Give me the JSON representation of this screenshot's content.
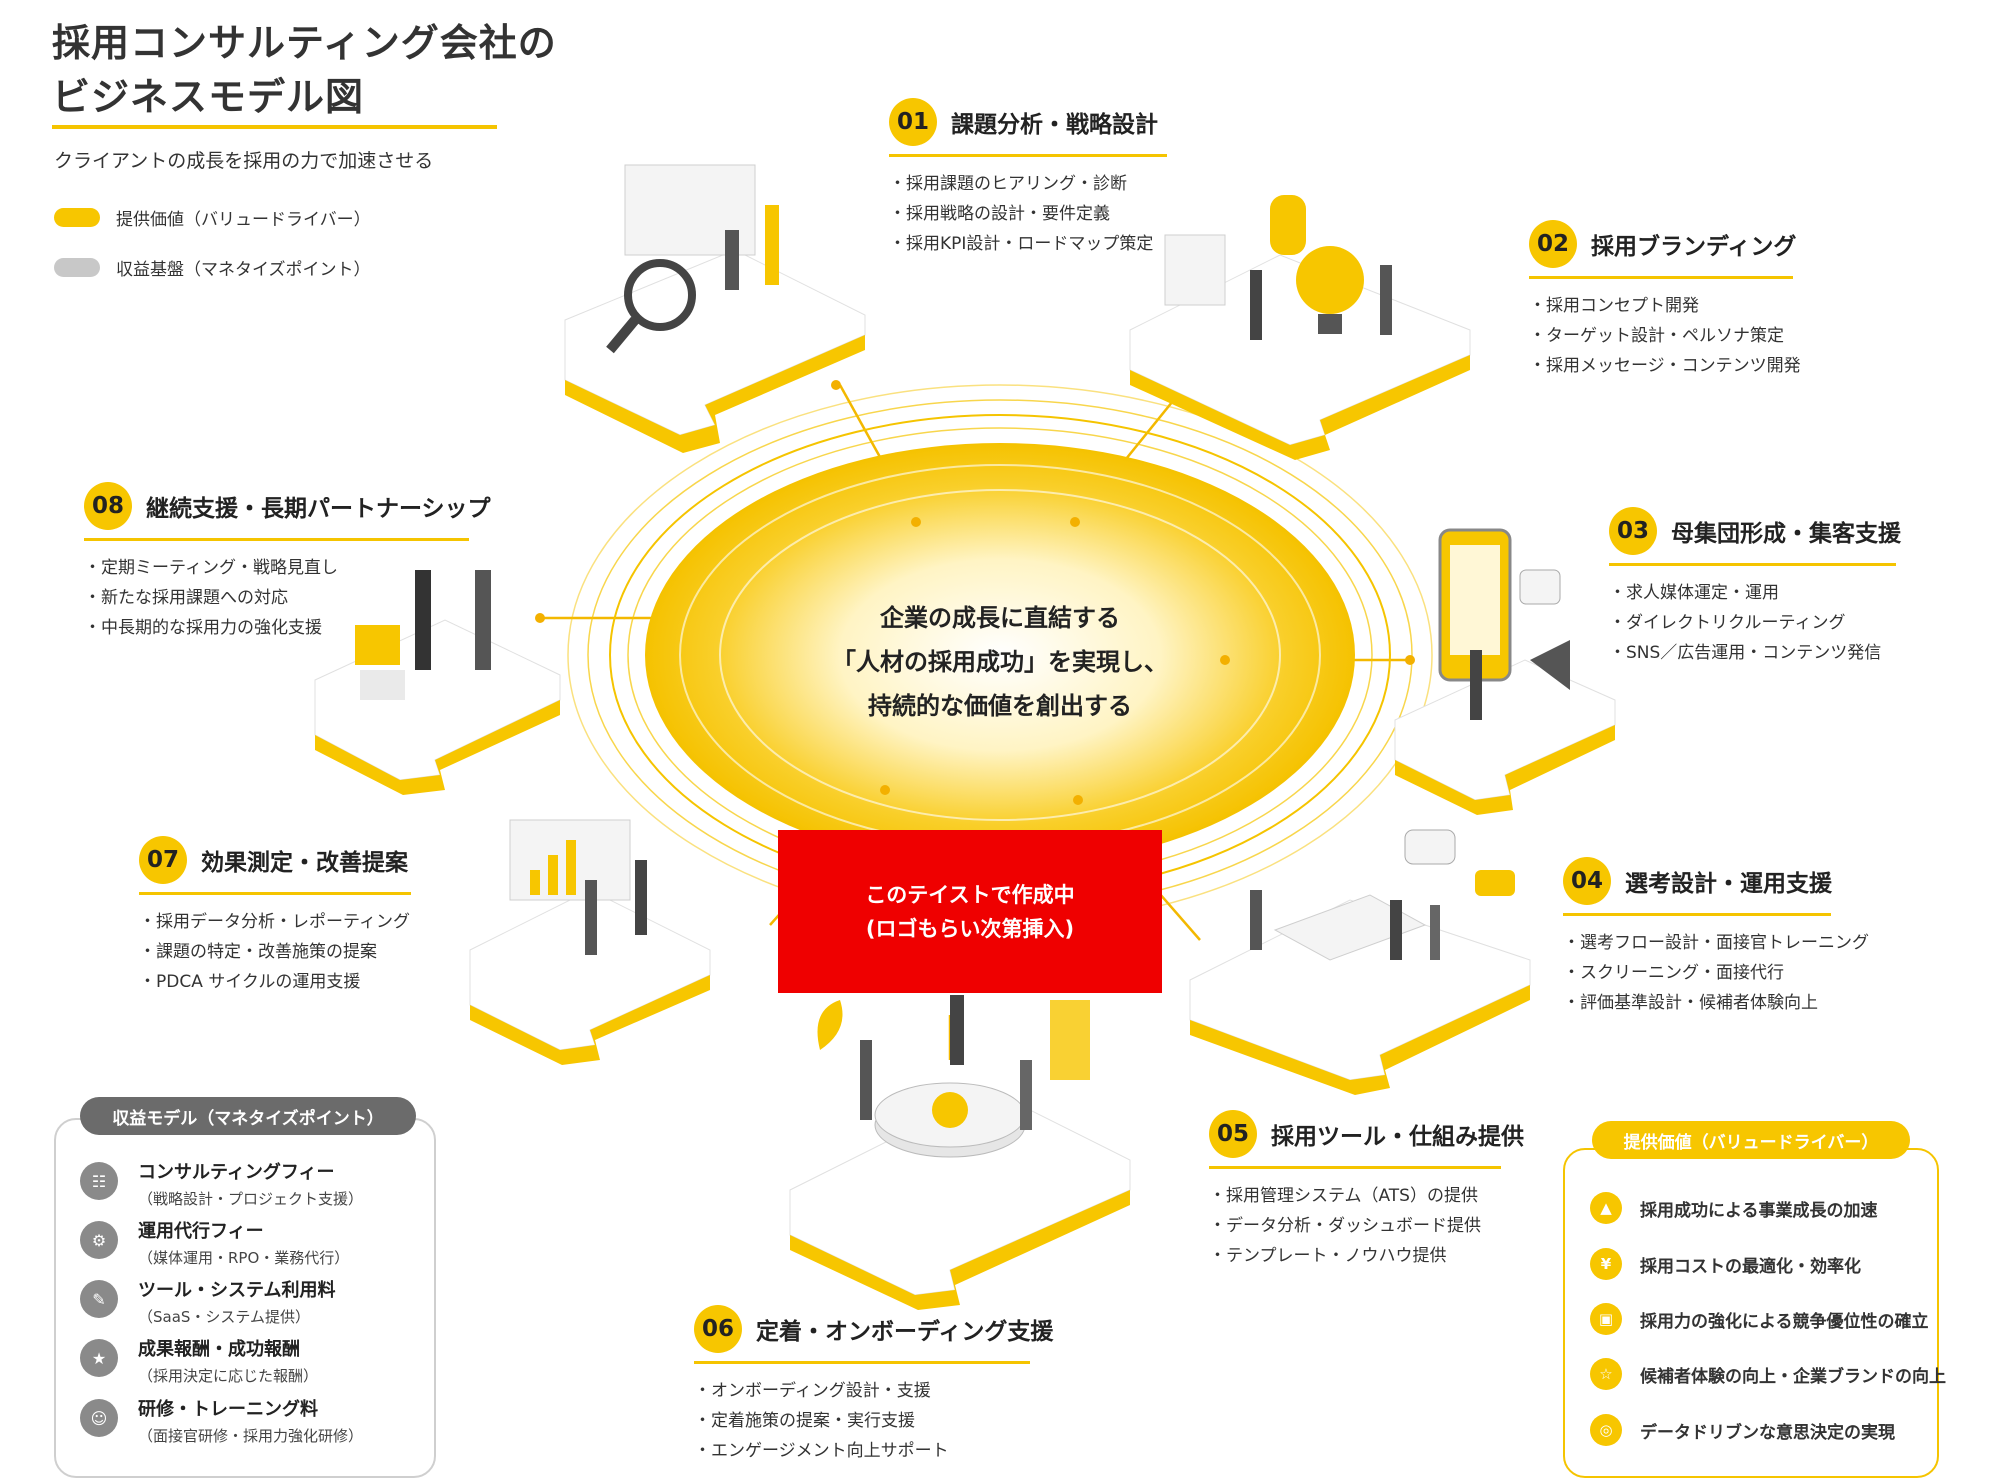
{
  "header": {
    "title_line1": "採用コンサルティング会社の",
    "title_line2": "ビジネスモデル図",
    "subtitle": "クライアントの成長を採用の力で加速させる"
  },
  "legend": [
    {
      "label": "提供価値（バリュードライバー）",
      "color": "#f7c600"
    },
    {
      "label": "収益基盤（マネタイズポイント）",
      "color": "#c8c8c8"
    }
  ],
  "center": {
    "lines": [
      "企業の成長に直結する",
      "「人材の採用成功」を実現し、",
      "持続的な価値を創出する"
    ]
  },
  "placeholder_box": {
    "line1": "このテイストで作成中",
    "line2": "(ロゴもらい次第挿入)"
  },
  "sections": [
    {
      "num": "01",
      "title": "課題分析・戦略設計",
      "items": [
        "・採用課題のヒアリング・診断",
        "・採用戦略の設計・要件定義",
        "・採用KPI設計・ロードマップ策定"
      ]
    },
    {
      "num": "02",
      "title": "採用ブランディング",
      "items": [
        "・採用コンセプト開発",
        "・ターゲット設計・ペルソナ策定",
        "・採用メッセージ・コンテンツ開発"
      ]
    },
    {
      "num": "03",
      "title": "母集団形成・集客支援",
      "items": [
        "・求人媒体運定・運用",
        "・ダイレクトリクルーティング",
        "・SNS／広告運用・コンテンツ発信"
      ]
    },
    {
      "num": "04",
      "title": "選考設計・運用支援",
      "items": [
        "・選考フロー設計・面接官トレーニング",
        "・スクリーニング・面接代行",
        "・評価基準設計・候補者体験向上"
      ]
    },
    {
      "num": "05",
      "title": "採用ツール・仕組み提供",
      "items": [
        "・採用管理システム（ATS）の提供",
        "・データ分析・ダッシュボード提供",
        "・テンプレート・ノウハウ提供"
      ]
    },
    {
      "num": "06",
      "title": "定着・オンボーディング支援",
      "items": [
        "・オンボーディング設計・支援",
        "・定着施策の提案・実行支援",
        "・エンゲージメント向上サポート"
      ]
    },
    {
      "num": "07",
      "title": "効果測定・改善提案",
      "items": [
        "・採用データ分析・レポーティング",
        "・課題の特定・改善施策の提案",
        "・PDCA サイクルの運用支援"
      ]
    },
    {
      "num": "08",
      "title": "継続支援・長期パートナーシップ",
      "items": [
        "・定期ミーティング・戦略見直し",
        "・新たな採用課題への対応",
        "・中長期的な採用力の強化支援"
      ]
    }
  ],
  "revenue_model": {
    "heading": "収益モデル（マネタイズポイント）",
    "items": [
      {
        "icon": "consulting-icon",
        "title": "コンサルティングフィー",
        "sub": "（戦略設計・プロジェクト支援）"
      },
      {
        "icon": "operation-icon",
        "title": "運用代行フィー",
        "sub": "（媒体運用・RPO・業務代行）"
      },
      {
        "icon": "tool-icon",
        "title": "ツール・システム利用料",
        "sub": "（SaaS・システム提供）"
      },
      {
        "icon": "reward-icon",
        "title": "成果報酬・成功報酬",
        "sub": "（採用決定に応じた報酬）"
      },
      {
        "icon": "training-icon",
        "title": "研修・トレーニング料",
        "sub": "（面接官研修・採用力強化研修）"
      }
    ]
  },
  "value_drivers": {
    "heading": "提供価値（バリュードライバー）",
    "items": [
      {
        "icon": "growth-icon",
        "label": "採用成功による事業成長の加速"
      },
      {
        "icon": "cost-icon",
        "label": "採用コストの最適化・効率化"
      },
      {
        "icon": "strength-icon",
        "label": "採用力の強化による競争優位性の確立"
      },
      {
        "icon": "brand-icon",
        "label": "候補者体験の向上・企業ブランドの向上"
      },
      {
        "icon": "data-icon",
        "label": "データドリブンな意思決定の実現"
      }
    ]
  },
  "colors": {
    "accent": "#f7c600",
    "gray": "#c8c8c8",
    "placeholder_red": "#ef0000"
  }
}
